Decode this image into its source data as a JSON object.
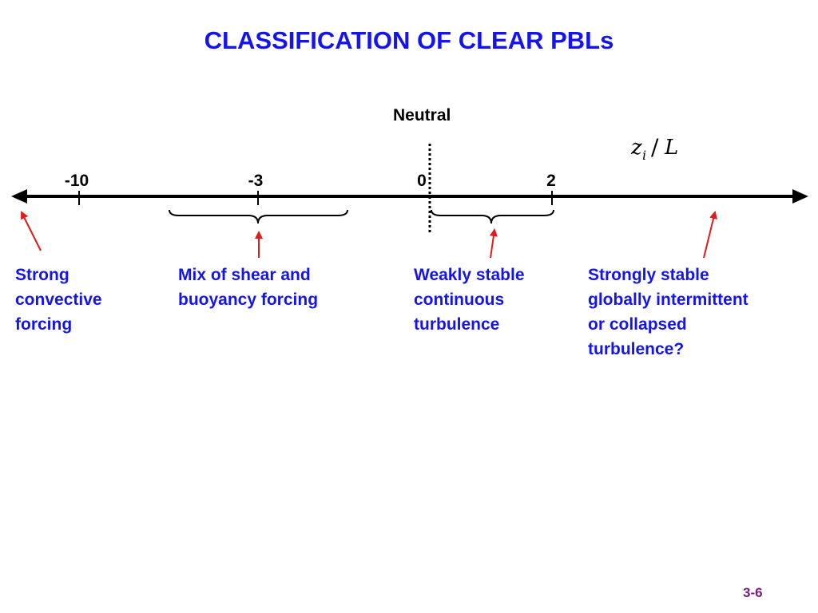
{
  "title": "CLASSIFICATION OF CLEAR PBLs",
  "neutral_label": "Neutral",
  "axis_symbol": "z_i / L",
  "ticks": [
    "-10",
    "-3",
    "0",
    "2"
  ],
  "regimes": [
    {
      "text": "Strong\nconvective\nforcing"
    },
    {
      "text": "Mix of shear and\nbuoyancy forcing"
    },
    {
      "text": "Weakly stable\ncontinuous\nturbulence"
    },
    {
      "text": "Strongly stable\nglobally intermittent\nor collapsed\nturbulence?"
    }
  ],
  "page_number": "3-6",
  "colors": {
    "title": "#1414ee",
    "descriptions": "#1414ee",
    "arrows": "#e41a1a",
    "axis": "#000000",
    "page_number": "#7a1a7a"
  }
}
